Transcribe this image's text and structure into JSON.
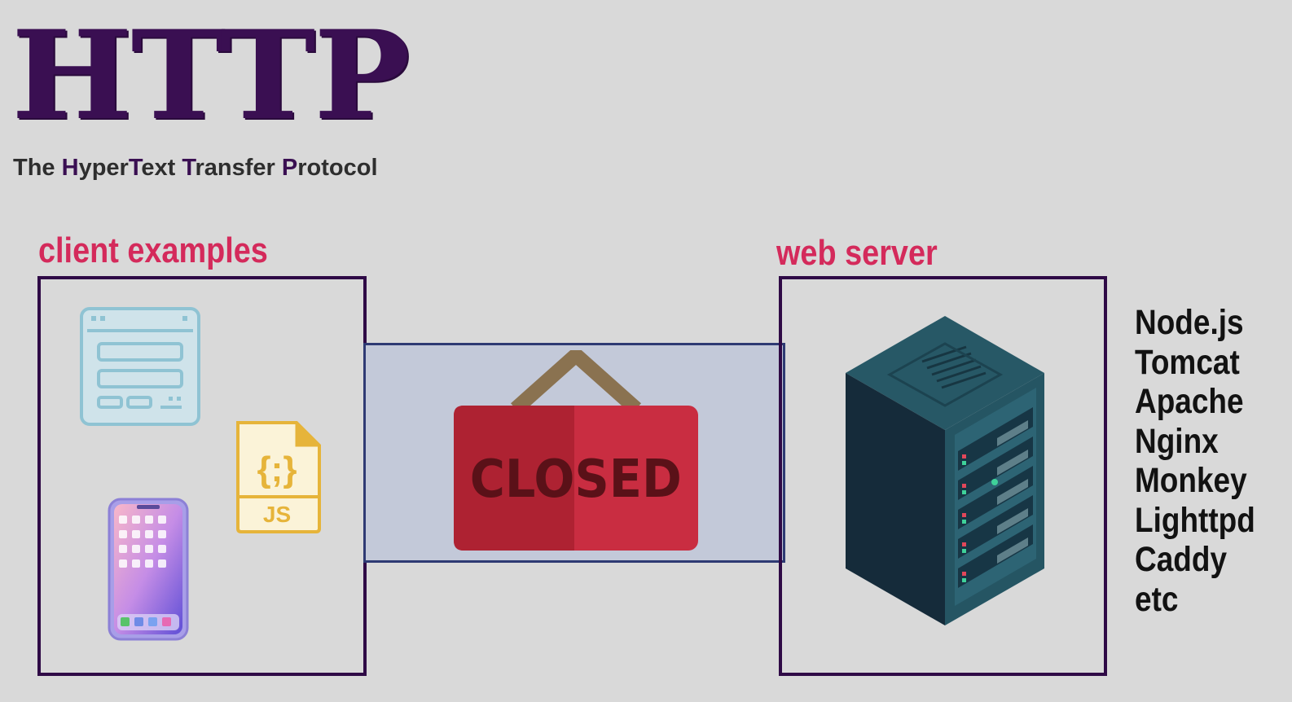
{
  "title": "HTTP",
  "subtitle": {
    "parts": [
      {
        "text": "The ",
        "highlight": false
      },
      {
        "text": "H",
        "highlight": true
      },
      {
        "text": "yper",
        "highlight": false
      },
      {
        "text": "T",
        "highlight": true
      },
      {
        "text": "ext ",
        "highlight": false
      },
      {
        "text": "T",
        "highlight": true
      },
      {
        "text": "ransfer ",
        "highlight": false
      },
      {
        "text": "P",
        "highlight": true
      },
      {
        "text": "rotocol",
        "highlight": false
      }
    ]
  },
  "client": {
    "heading": "client examples",
    "icons": [
      "browser-window-icon",
      "js-file-icon",
      "smartphone-icon"
    ],
    "js_label": "JS",
    "js_braces": "{;}"
  },
  "channel": {
    "sign_text": "CLOSED",
    "icon": "closed-sign-icon"
  },
  "server": {
    "heading": "web server",
    "icon": "server-rack-icon",
    "examples": [
      "Node.js",
      "Tomcat",
      "Apache",
      "Nginx",
      "Monkey",
      "Lighttpd",
      "Caddy",
      "etc"
    ]
  },
  "colors": {
    "background": "#d9d9d9",
    "title": "#3a0f52",
    "heading_accent": "#d42a5b",
    "box_border": "#2f0a46",
    "channel_fill": "#c3c9d9",
    "channel_border": "#2e3a73",
    "sign_red": "#c92d41",
    "sign_dark_red": "#ae2232",
    "server_teal": "#255563"
  }
}
